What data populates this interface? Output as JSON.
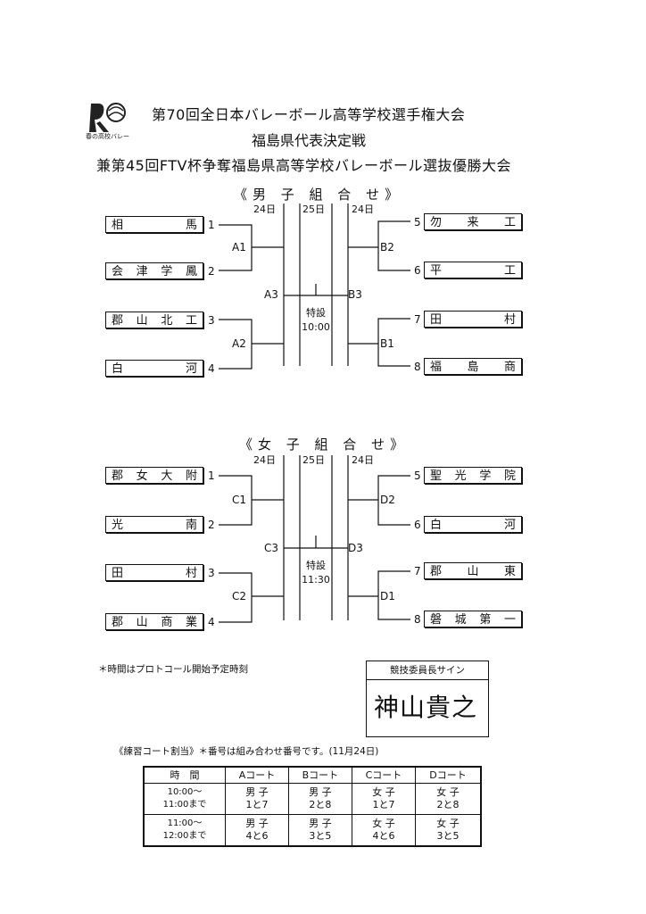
{
  "header": {
    "line1": "第70回全日本バレーボール高等学校選手権大会",
    "line2": "福島県代表決定戦",
    "line3": "兼第45回FTV杯争奪福島県高等学校バレーボール選抜優勝大会",
    "logo_caption": "春の高校バレー"
  },
  "boys": {
    "title": "《男 子 組 合 せ》",
    "days": [
      "24日",
      "25日",
      "24日"
    ],
    "left_teams": [
      {
        "name": "相　　馬",
        "num": "1"
      },
      {
        "name": "会津学鳳",
        "num": "2"
      },
      {
        "name": "郡山北工",
        "num": "3"
      },
      {
        "name": "白　　河",
        "num": "4"
      }
    ],
    "right_teams": [
      {
        "name": "勿　来　工",
        "num": "5"
      },
      {
        "name": "平　　工",
        "num": "6"
      },
      {
        "name": "田　　村",
        "num": "7"
      },
      {
        "name": "福　島　商",
        "num": "8"
      }
    ],
    "nodes": {
      "a1": "A1",
      "a2": "A2",
      "a3": "A3",
      "b1": "B1",
      "b2": "B2",
      "b3": "B3"
    },
    "final_label": "特設",
    "final_time": "10:00"
  },
  "girls": {
    "title": "《女 子 組 合 せ》",
    "days": [
      "24日",
      "25日",
      "24日"
    ],
    "left_teams": [
      {
        "name": "郡女大附",
        "num": "1"
      },
      {
        "name": "光　　南",
        "num": "2"
      },
      {
        "name": "田　　村",
        "num": "3"
      },
      {
        "name": "郡山商業",
        "num": "4"
      }
    ],
    "right_teams": [
      {
        "name": "聖光学院",
        "num": "5"
      },
      {
        "name": "白　　河",
        "num": "6"
      },
      {
        "name": "郡　山　東",
        "num": "7"
      },
      {
        "name": "磐城第一",
        "num": "8"
      }
    ],
    "nodes": {
      "c1": "C1",
      "c2": "C2",
      "c3": "C3",
      "d1": "D1",
      "d2": "D2",
      "d3": "D3"
    },
    "final_label": "特設",
    "final_time": "11:30"
  },
  "note": "＊時間はプロトコール開始予定時刻",
  "sign": {
    "label": "競技委員長サイン",
    "signature": "神山貴之"
  },
  "practice": {
    "note": "《練習コート割当》＊番号は組み合わせ番号です。(11月24日)",
    "headers": [
      "時　間",
      "Aコート",
      "Bコート",
      "Cコート",
      "Dコート"
    ],
    "rows": [
      {
        "time1": "10:00〜",
        "time2": "11:00まで",
        "cells": [
          [
            "男 子",
            "1と7"
          ],
          [
            "男 子",
            "2と8"
          ],
          [
            "女 子",
            "1と7"
          ],
          [
            "女 子",
            "2と8"
          ]
        ]
      },
      {
        "time1": "11:00〜",
        "time2": "12:00まで",
        "cells": [
          [
            "男 子",
            "4と6"
          ],
          [
            "男 子",
            "3と5"
          ],
          [
            "女 子",
            "4と6"
          ],
          [
            "女 子",
            "3と5"
          ]
        ]
      }
    ]
  }
}
